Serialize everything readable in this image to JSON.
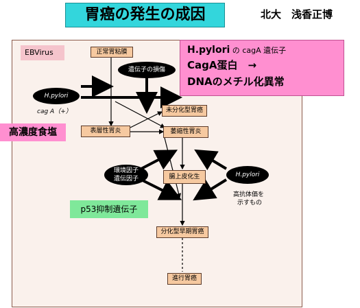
{
  "title": "胃癌の発生の成因",
  "author": "北大　浅香正博",
  "labels": {
    "ebv": "EBVirus",
    "salt": "高濃度食塩",
    "p53": "p53抑制遺伝子",
    "cagA_box": {
      "line1_a": "H.pylori",
      "line1_b": " の ",
      "line1_c": "cagA",
      "line1_d": " 遺伝子",
      "line2": "CagA蛋白　→",
      "line3": "DNAのメチル化異常"
    }
  },
  "nodes": {
    "normal_mucosa": "正常胃粘膜",
    "superficial_gastritis": "表層性胃炎",
    "undiff_cancer": "未分化型胃癌",
    "atrophic_gastritis": "萎縮性胃炎",
    "intestinal_metaplasia": "腸上皮化生",
    "early_diff_cancer": "分化型早期胃癌",
    "advanced_cancer": "進行胃癌"
  },
  "ellipses": {
    "hpylori_left": "H.pylori",
    "gene_damage": "遺伝子の損傷",
    "env_genetic_1": "環境因子",
    "env_genetic_2": "遺伝因子",
    "hpylori_right": "H.pylori"
  },
  "notes": {
    "cagA_plus": "cag A（+）",
    "high_antibody_1": "高抗体価を",
    "high_antibody_2": "示すもの"
  }
}
